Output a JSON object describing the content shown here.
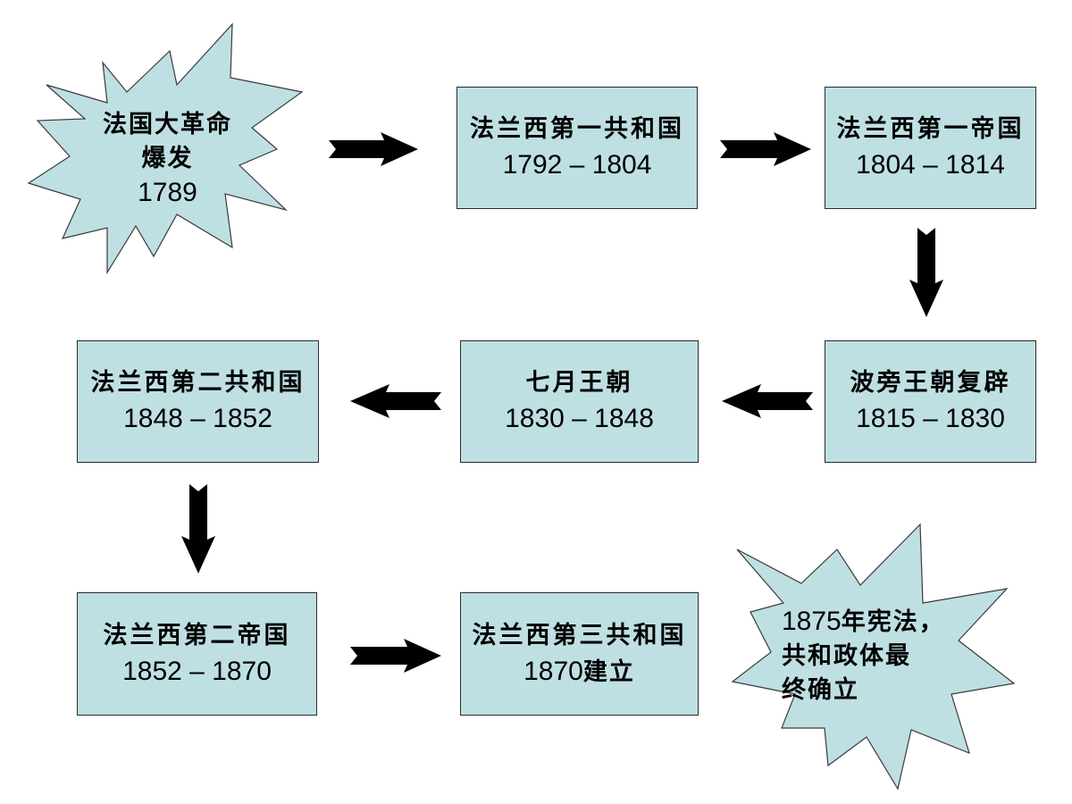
{
  "start_event": {
    "line1": "法国大革命",
    "line2": "爆发",
    "year": "1789"
  },
  "nodes": [
    {
      "title": "法兰西第一共和国",
      "years": "1792 – 1804",
      "tail": ""
    },
    {
      "title": "法兰西第一帝国",
      "years": "1804 – 1814",
      "tail": ""
    },
    {
      "title": "波旁王朝复辟",
      "years": "1815 – 1830",
      "tail": ""
    },
    {
      "title": "七月王朝",
      "years": "1830 – 1848",
      "tail": ""
    },
    {
      "title": "法兰西第二共和国",
      "years": "1848 – 1852",
      "tail": ""
    },
    {
      "title": "法兰西第二帝国",
      "years": "1852 – 1870",
      "tail": ""
    },
    {
      "title": "法兰西第三共和国",
      "years": "1870",
      "tail": "建立"
    }
  ],
  "end_event": {
    "year": "1875",
    "line1_rest": "年宪法，",
    "line2": "共和政体最",
    "line3": "终确立"
  },
  "colors": {
    "box_fill": "#bfe0e3",
    "star_fill": "#bfe0e3",
    "arrow": "#000000",
    "outline": "#2a2a2a"
  }
}
